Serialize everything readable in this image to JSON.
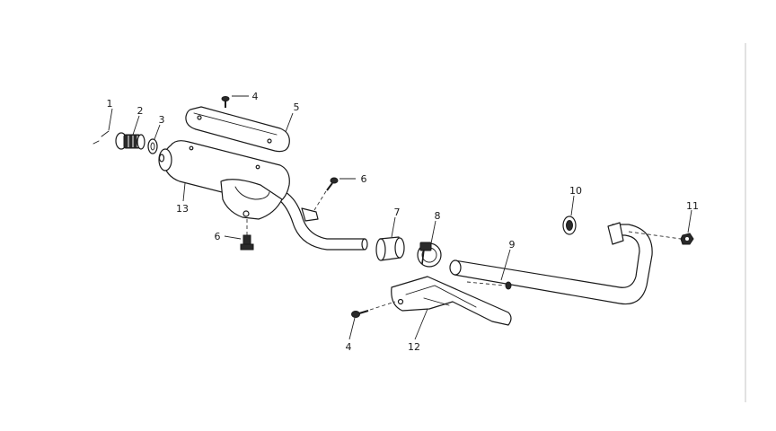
{
  "diagram": {
    "callouts": [
      {
        "id": "1",
        "label": "1"
      },
      {
        "id": "2",
        "label": "2"
      },
      {
        "id": "3",
        "label": "3"
      },
      {
        "id": "4a",
        "label": "4"
      },
      {
        "id": "5",
        "label": "5"
      },
      {
        "id": "6a",
        "label": "6"
      },
      {
        "id": "13",
        "label": "13"
      },
      {
        "id": "6b",
        "label": "6"
      },
      {
        "id": "7",
        "label": "7"
      },
      {
        "id": "8",
        "label": "8"
      },
      {
        "id": "9",
        "label": "9"
      },
      {
        "id": "10",
        "label": "10"
      },
      {
        "id": "11",
        "label": "11"
      },
      {
        "id": "4b",
        "label": "4"
      },
      {
        "id": "12",
        "label": "12"
      }
    ]
  }
}
